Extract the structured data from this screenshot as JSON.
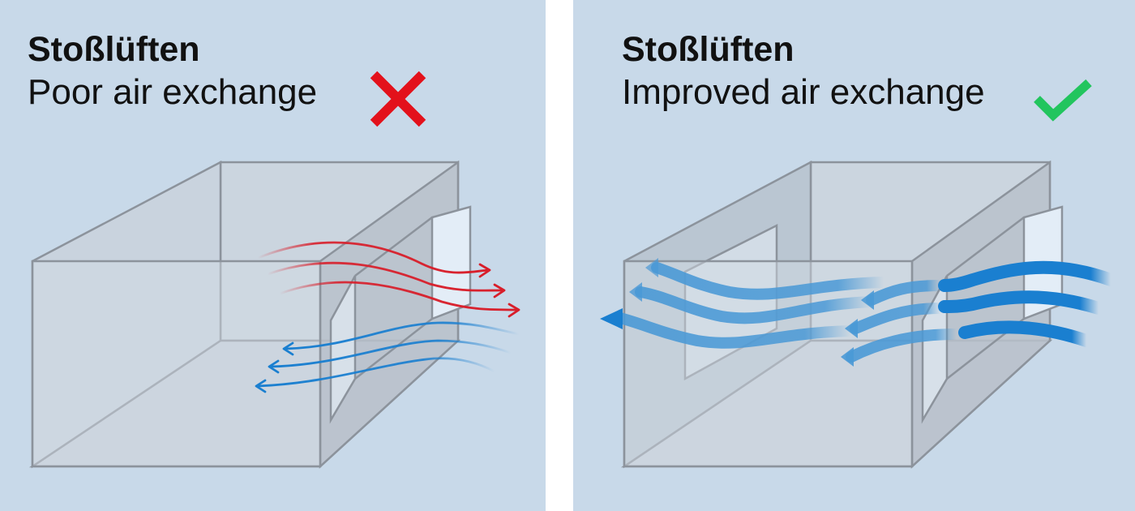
{
  "panels": [
    {
      "title": "Stoßlüften",
      "subtitle": "Poor air exchange",
      "status_icon": "cross-icon",
      "status_color": "#e3111b"
    },
    {
      "title": "Stoßlüften",
      "subtitle": "Improved air exchange",
      "status_icon": "checkmark-icon",
      "status_color": "#22c55e"
    }
  ],
  "colors": {
    "background": "#c8d9e9",
    "warm_air": "#d81e2a",
    "cold_air": "#1a7fd0",
    "room_edges": "#8c939c"
  }
}
